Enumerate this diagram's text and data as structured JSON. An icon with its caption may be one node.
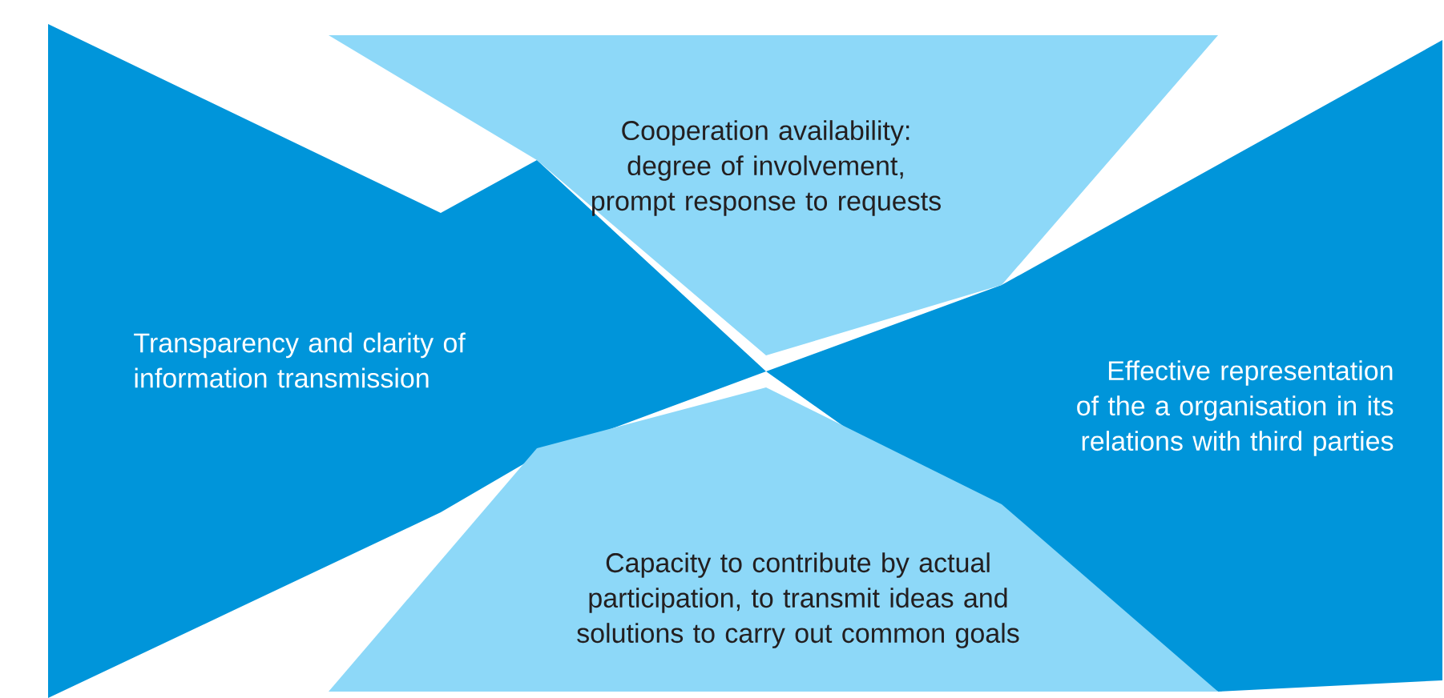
{
  "diagram": {
    "nodes": [
      {
        "text": [
          "Cooperation availability: degree of involvement, prompt response to requests"
        ]
      },
      {
        "text": [
          "Transparency and clarity of information transmission"
        ]
      },
      {
        "text": [
          "Effective representation of the a organisation in its relations with third parties"
        ]
      },
      {
        "text": [
          "Capacity to contribute by actual participation, to transmit ideas and solutions to carry out common goals"
        ]
      }
    ]
  }
}
